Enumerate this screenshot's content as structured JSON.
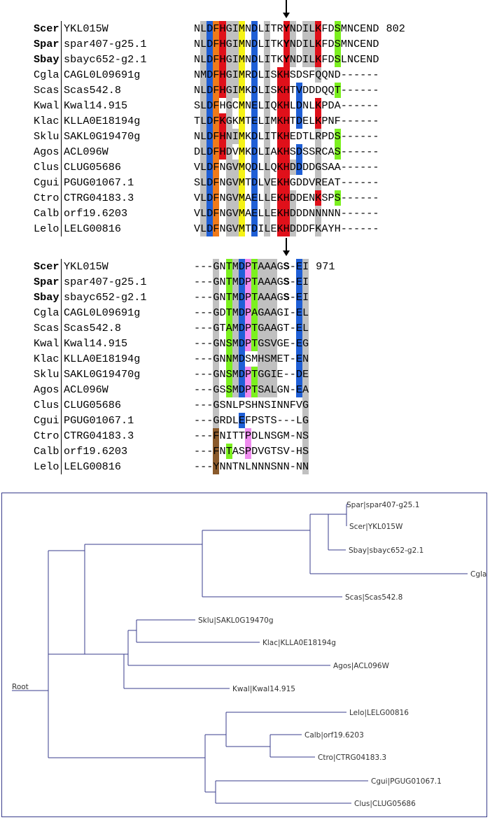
{
  "colors": {
    "gray": "#c0c0c0",
    "blue": "#1f5fd6",
    "orange": "#f07a1a",
    "red": "#e0101a",
    "yellow": "#f5f214",
    "green": "#7cf01f",
    "pink": "#f08cf0",
    "brown": "#8a5a2b",
    "tree_line": "#3a3d8c"
  },
  "blocks": [
    {
      "end_number": "802",
      "rows": [
        {
          "code": "Scer",
          "id": "YKL015W",
          "bold": true,
          "seq": "NLDFHGIMNDLITRYNDILKFDSMNCEND"
        },
        {
          "code": "Spar",
          "id": "spar407-g25.1",
          "bold": true,
          "seq": "NLDFHGIMNDLITKYNDILKFDSMNCEND"
        },
        {
          "code": "Sbay",
          "id": "sbayc652-g2.1",
          "bold": true,
          "seq": "NLDFHGIMNDLITKYNDILKFDSLNCEND"
        },
        {
          "code": "Cgla",
          "id": "CAGL0L09691g",
          "bold": false,
          "seq": "NMDFHGIMRDLISKHSDSFQQND------"
        },
        {
          "code": "Scas",
          "id": "Scas542.8",
          "bold": false,
          "seq": "NLDFHGIMKDLISKHTVDDDQQT------"
        },
        {
          "code": "Kwal",
          "id": "Kwal14.915",
          "bold": false,
          "seq": "SLDFHGCMNELIQKHLDNLKPDA------"
        },
        {
          "code": "Klac",
          "id": "KLLA0E18194g",
          "bold": false,
          "seq": "TLDFKGKMTELIMKHTDELKPNF------"
        },
        {
          "code": "Sklu",
          "id": "SAKL0G19470g",
          "bold": false,
          "seq": "NLDFHNIMKDLITKHEDTLRPDS------"
        },
        {
          "code": "Agos",
          "id": "ACL096W",
          "bold": false,
          "seq": "DLDFHDVMKDLIAKHSDSSRCAS------"
        },
        {
          "code": "Clus",
          "id": "CLUG05686",
          "bold": false,
          "seq": "VLDFNGVMQDLLQKHDDDDGSAA------"
        },
        {
          "code": "Cgui",
          "id": "PGUG01067.1",
          "bold": false,
          "seq": "SLDFNGVMTDLVEKHGDDVREAT------"
        },
        {
          "code": "Ctro",
          "id": "CTRG04183.3",
          "bold": false,
          "seq": "VLDFNGVMAELLEKHDDENKSPS------"
        },
        {
          "code": "Calb",
          "id": "orf19.6203",
          "bold": false,
          "seq": "VLDFNGVMAELLEKHDDDNNNNN------"
        },
        {
          "code": "Lelo",
          "id": "LELG00816",
          "bold": false,
          "seq": "VLDFNGVMTDILEKHDDDFKAYH------"
        }
      ]
    },
    {
      "end_number": "971",
      "rows": [
        {
          "code": "Scer",
          "id": "YKL015W",
          "bold": true,
          "seq": "---GNTMDPTAAAGS-EI"
        },
        {
          "code": "Spar",
          "id": "spar407-g25.1",
          "bold": true,
          "seq": "---GNTMDPTAAAGS-EI"
        },
        {
          "code": "Sbay",
          "id": "sbayc652-g2.1",
          "bold": true,
          "seq": "---GNTMDPTAAAGS-EI"
        },
        {
          "code": "Cgla",
          "id": "CAGL0L09691g",
          "bold": false,
          "seq": "---GDTMDPAGAAGI-EL"
        },
        {
          "code": "Scas",
          "id": "Scas542.8",
          "bold": false,
          "seq": "---GTAMDPTGAAGT-EL"
        },
        {
          "code": "Kwal",
          "id": "Kwal14.915",
          "bold": false,
          "seq": "---GNSMDPTGSVGE-EG"
        },
        {
          "code": "Klac",
          "id": "KLLA0E18194g",
          "bold": false,
          "seq": "---GNNMDSMHSMET-EN"
        },
        {
          "code": "Sklu",
          "id": "SAKL0G19470g",
          "bold": false,
          "seq": "---GNSMDPTGGIE--DE"
        },
        {
          "code": "Agos",
          "id": "ACL096W",
          "bold": false,
          "seq": "---GSSMDPTSALGN-EA"
        },
        {
          "code": "Clus",
          "id": "CLUG05686",
          "bold": false,
          "seq": "---GSNLPSHNSINNFVG"
        },
        {
          "code": "Cgui",
          "id": "PGUG01067.1",
          "bold": false,
          "seq": "---GRDLEFPSTS---LG"
        },
        {
          "code": "Ctro",
          "id": "CTRG04183.3",
          "bold": false,
          "seq": "---FNITTPDLNSGM-NS"
        },
        {
          "code": "Calb",
          "id": "orf19.6203",
          "bold": false,
          "seq": "---FNTASPDVGTSV-HS"
        },
        {
          "code": "Lelo",
          "id": "LELG00816",
          "bold": false,
          "seq": "---YNNTNLNNNSNN-NN"
        }
      ]
    }
  ],
  "tree": {
    "root_label": "Root",
    "leaves": [
      {
        "key": "spar",
        "label": "Spar|spar407-g25.1"
      },
      {
        "key": "scer",
        "label": "Scer|YKL015W"
      },
      {
        "key": "sbay",
        "label": "Sbay|sbayc652-g2.1"
      },
      {
        "key": "cgla",
        "label": "Cgla|CAGL0L09691g"
      },
      {
        "key": "scas",
        "label": "Scas|Scas542.8"
      },
      {
        "key": "sklu",
        "label": "Sklu|SAKL0G19470g"
      },
      {
        "key": "klac",
        "label": "Klac|KLLA0E18194g"
      },
      {
        "key": "agos",
        "label": "Agos|ACL096W"
      },
      {
        "key": "kwal",
        "label": "Kwal|Kwal14.915"
      },
      {
        "key": "lelo",
        "label": "Lelo|LELG00816"
      },
      {
        "key": "calb",
        "label": "Calb|orf19.6203"
      },
      {
        "key": "ctro",
        "label": "Ctro|CTRG04183.3"
      },
      {
        "key": "cgui",
        "label": "Cgui|PGUG01067.1"
      },
      {
        "key": "clus",
        "label": "Clus|CLUG05686"
      }
    ]
  }
}
